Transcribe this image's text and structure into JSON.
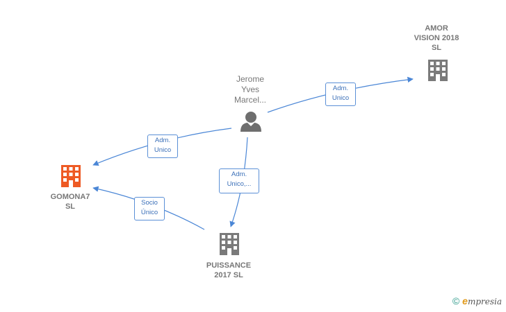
{
  "colors": {
    "edge": "#4a86d6",
    "company": "#7a7a7a",
    "company_highlight": "#ee5a24",
    "person": "#6e6e6e",
    "label_text": "#777777"
  },
  "nodes": {
    "amor": {
      "lines": [
        "AMOR",
        "VISION 2018",
        "SL"
      ],
      "icon": "building-icon"
    },
    "person": {
      "lines": [
        "Jerome",
        "Yves",
        "Marcel..."
      ],
      "icon": "person-icon"
    },
    "gomona": {
      "lines": [
        "GOMONA7",
        "SL"
      ],
      "icon": "building-icon"
    },
    "puissance": {
      "lines": [
        "PUISSANCE",
        "2017  SL"
      ],
      "icon": "building-icon"
    }
  },
  "edges": {
    "person_amor": {
      "lines": [
        "Adm.",
        "Unico"
      ]
    },
    "person_gomona": {
      "lines": [
        "Adm.",
        "Unico"
      ]
    },
    "person_puissance": {
      "lines": [
        "Adm.",
        "Unico,..."
      ]
    },
    "puissance_gomona": {
      "lines": [
        "Socio",
        "Único"
      ]
    }
  },
  "watermark": {
    "copyright": "©",
    "brand_first": "e",
    "brand_rest": "mpresia"
  }
}
